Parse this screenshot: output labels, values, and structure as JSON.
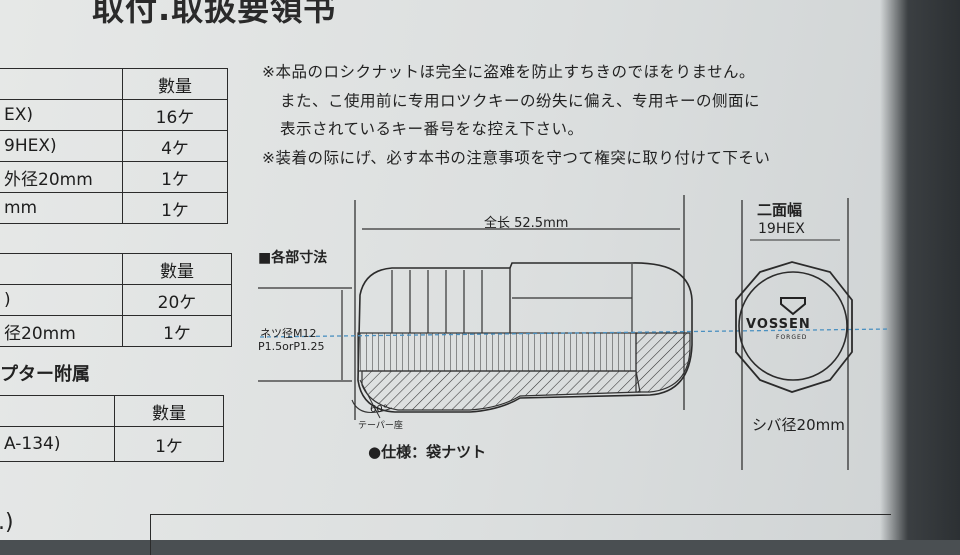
{
  "title": "取付.取扱要領书",
  "table1": {
    "header_qty": "數量",
    "rows": [
      {
        "item": "EX)",
        "qty": "16ケ"
      },
      {
        "item": "9HEX)",
        "qty": "4ケ"
      },
      {
        "item": "外径20mm",
        "qty": "1ケ"
      },
      {
        "item": "mm",
        "qty": "1ケ"
      }
    ]
  },
  "table2": {
    "header_qty": "數量",
    "rows": [
      {
        "item": ")",
        "qty": "20ケ"
      },
      {
        "item": "径20mm",
        "qty": "1ケ"
      }
    ],
    "footer_text": "プター附属"
  },
  "table3": {
    "header_qty": "數量",
    "rows": [
      {
        "item": "A-134)",
        "qty": "1ケ"
      }
    ]
  },
  "bottom_fragment": ".)",
  "notes": [
    "※本品のロシクナットほ完全に盗难を防止すちきのでほをりません。",
    "また、こ使用前に专用ロツクキーの纷失に偏え、专用キーの侧面に",
    "表示されているキー番号をな控え下さい。",
    "※装着の际にげ、必す本书の注意事项を守つて権突に取り付けて下そい"
  ],
  "diagram": {
    "section_label": "■各部寸法",
    "total_length": "全长 52.5mm",
    "thread_label_1": "ネツ径M12",
    "thread_label_2": "P1.5orP1.25",
    "angle_label": "60°",
    "taper_label": "テーパー座",
    "spec_label": "●仕様：袋ナツト",
    "hex_title": "二面幅",
    "hex_size": "19HEX",
    "brand": "VOSSEN",
    "brand_sub": "FORGED",
    "shank_label": "シバ径20mm"
  }
}
